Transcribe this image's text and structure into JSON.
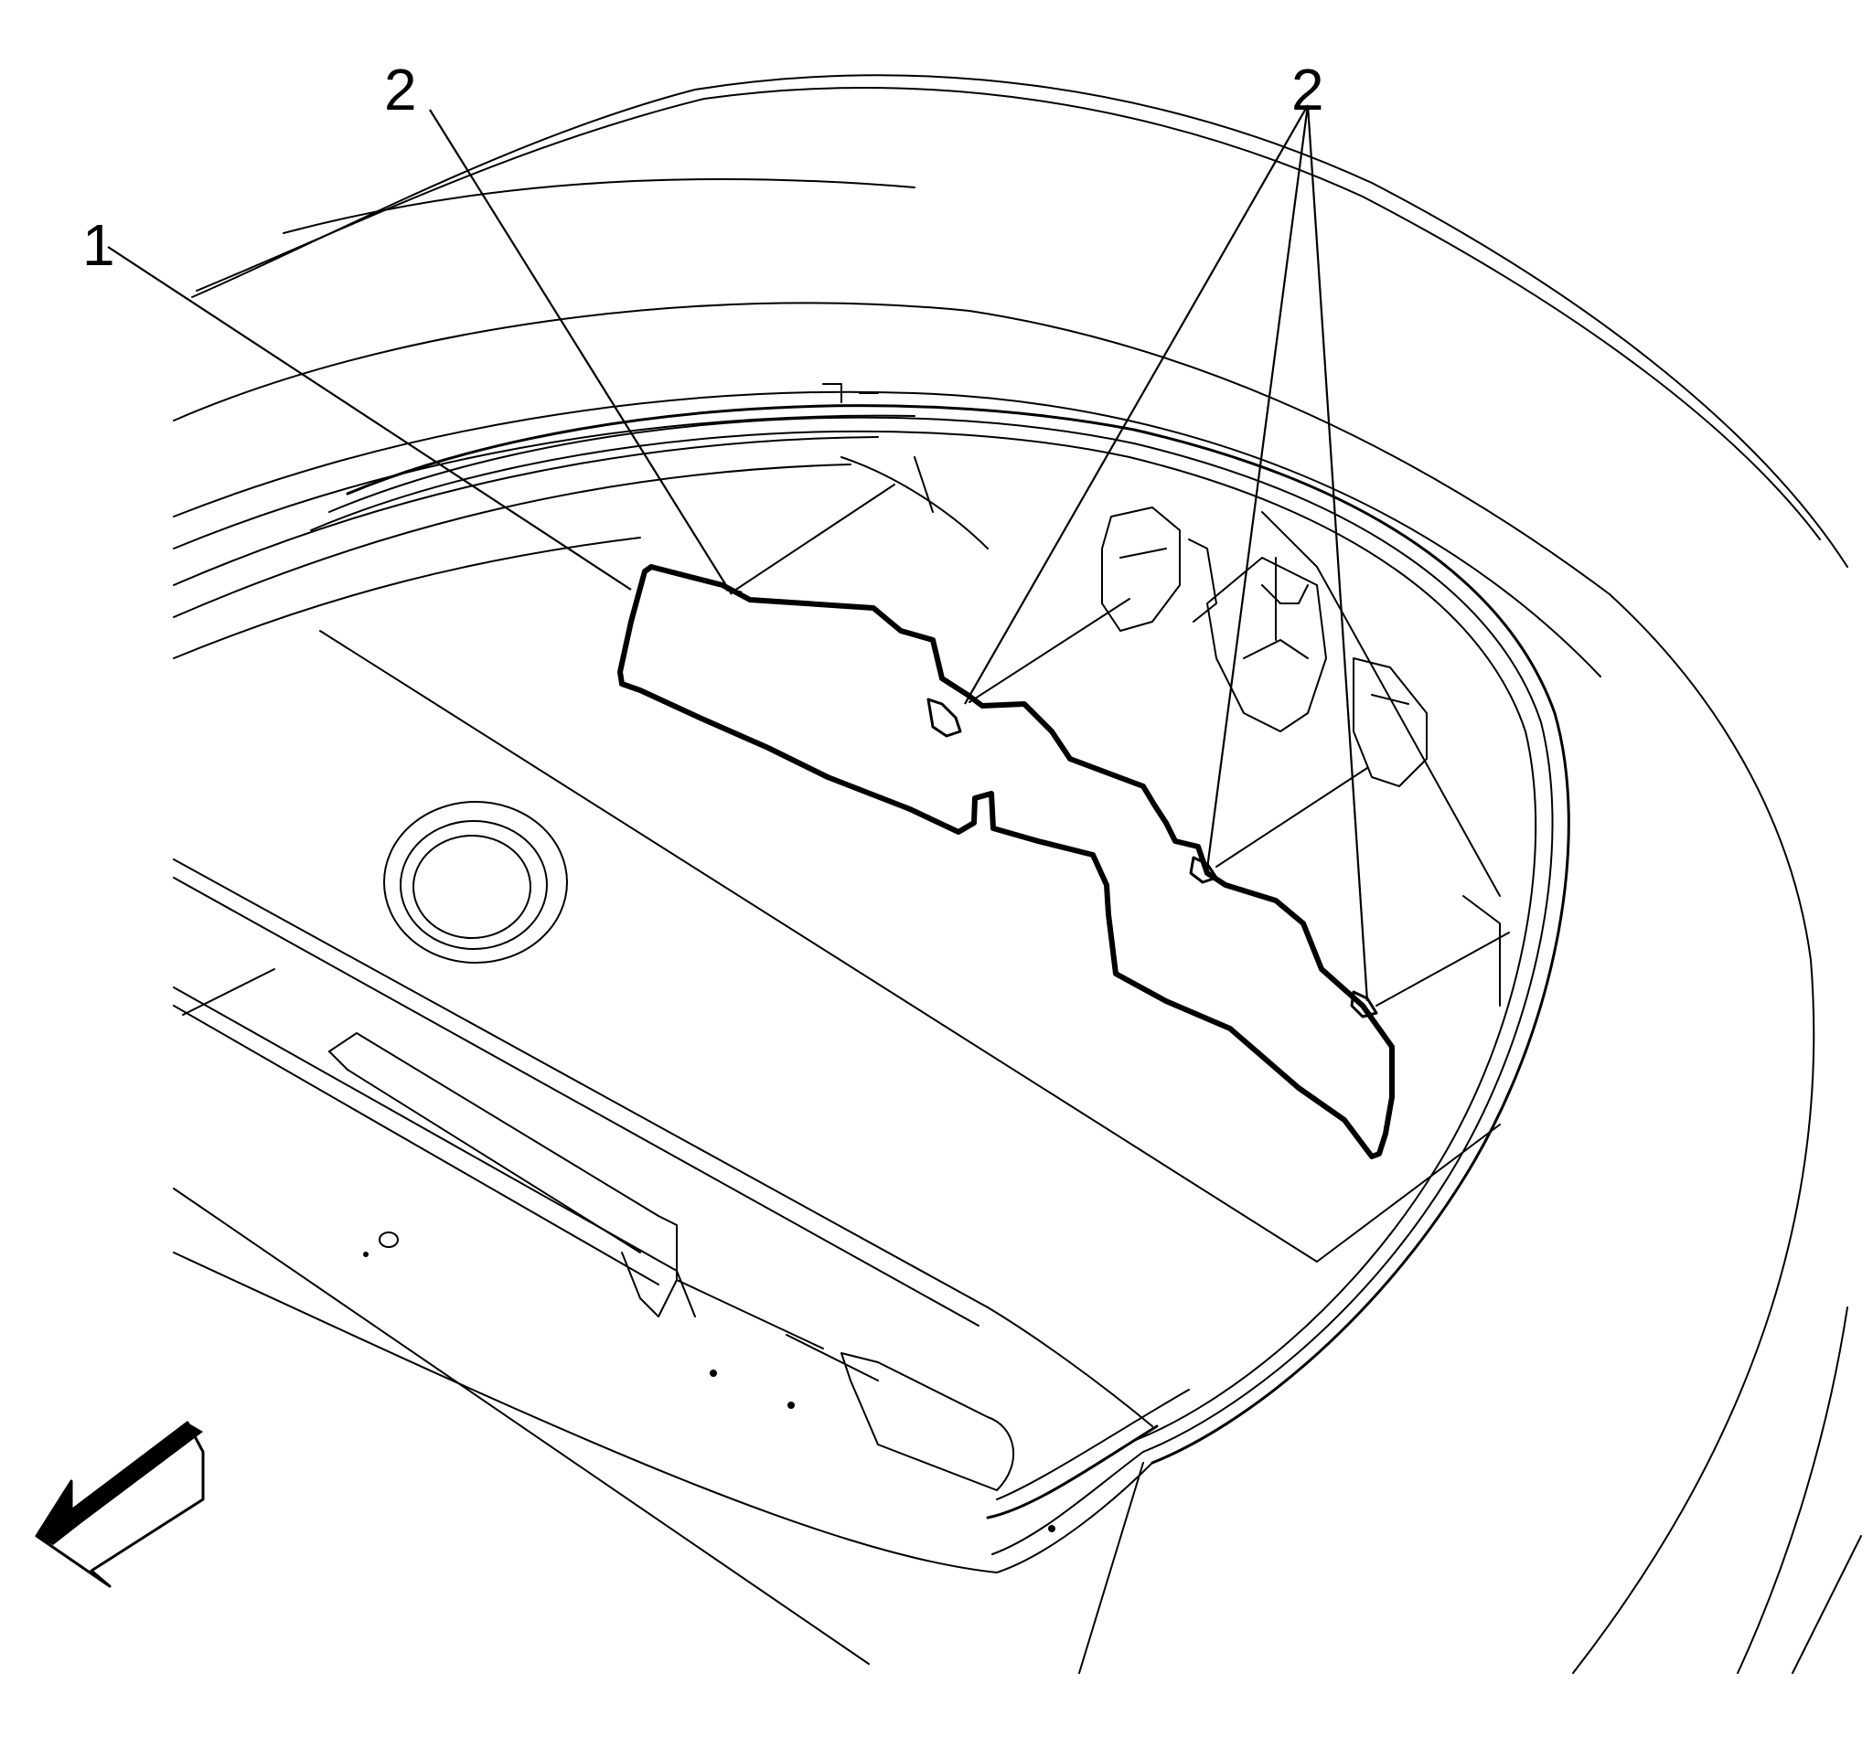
{
  "callouts": {
    "item1": "1",
    "item2_left": "2",
    "item2_right": "2"
  },
  "icons": {
    "direction_arrow": "front-direction-arrow-icon"
  },
  "colors": {
    "line": "#000000",
    "background": "#ffffff"
  }
}
